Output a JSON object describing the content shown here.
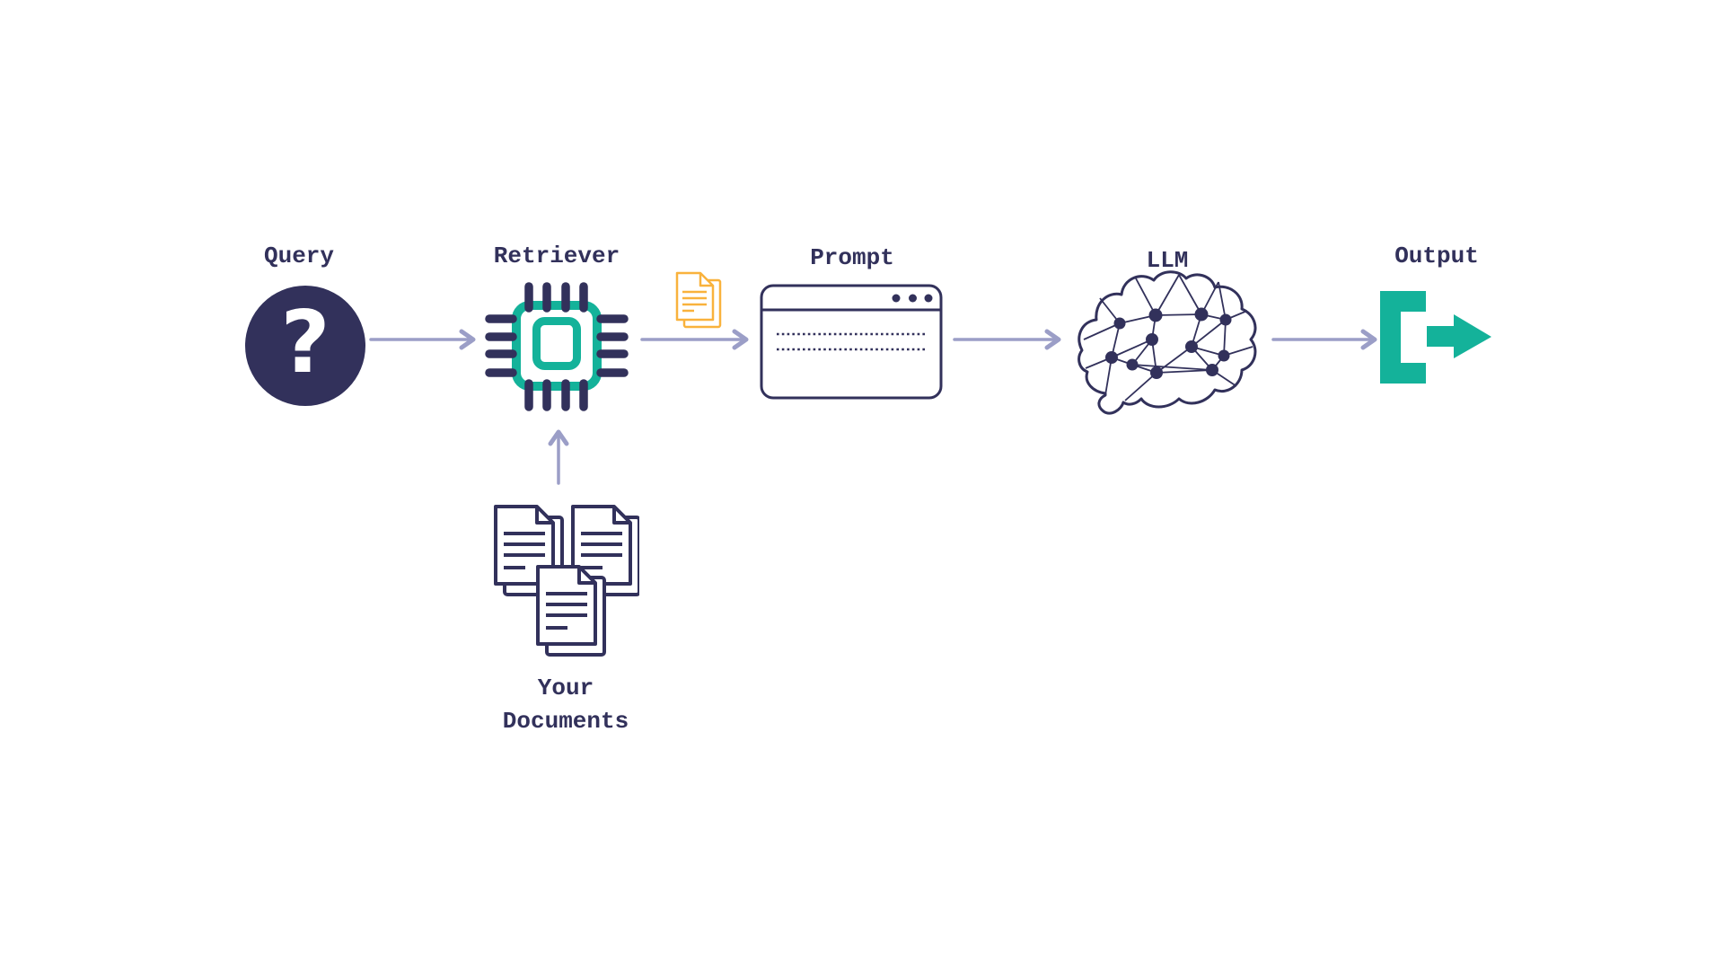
{
  "diagram": {
    "type": "flowchart",
    "subject": "retrieval-augmented-generation-pipeline",
    "flow_direction": "left-to-right",
    "nodes": [
      {
        "id": "query",
        "label": "Query",
        "icon": "question-mark-circle-icon",
        "symbol": "?"
      },
      {
        "id": "retriever",
        "label": "Retriever",
        "icon": "chip-icon"
      },
      {
        "id": "prompt",
        "label": "Prompt",
        "icon": "browser-window-icon"
      },
      {
        "id": "llm",
        "label": "LLM",
        "icon": "brain-network-icon"
      },
      {
        "id": "output",
        "label": "Output",
        "icon": "exit-arrow-icon"
      },
      {
        "id": "your-documents",
        "label": "Your Documents",
        "label_lines": [
          "Your",
          "Documents"
        ],
        "icon": "document-stack-icon"
      }
    ],
    "edges": [
      {
        "from": "query",
        "to": "retriever"
      },
      {
        "from": "retriever",
        "to": "prompt",
        "annotation_icon": "documents-passed-icon"
      },
      {
        "from": "prompt",
        "to": "llm"
      },
      {
        "from": "llm",
        "to": "output"
      },
      {
        "from": "your-documents",
        "to": "retriever"
      }
    ],
    "colors": {
      "background": "#FFFFFF",
      "navy": "#32315B",
      "teal": "#14B29A",
      "arrow": "#9B9EC7",
      "document_yellow": "#F9B23C"
    }
  }
}
